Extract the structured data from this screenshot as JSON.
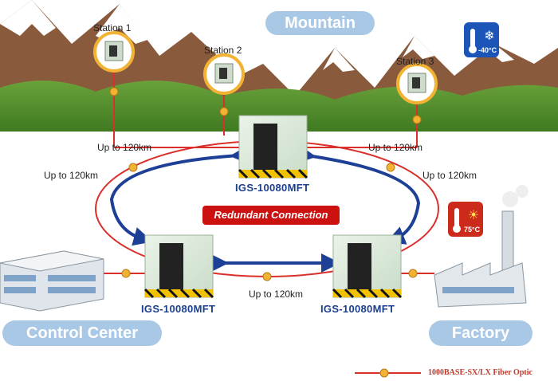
{
  "title": "Mountain",
  "stations": [
    {
      "label": "Station 1"
    },
    {
      "label": "Station 2"
    },
    {
      "label": "Station 3"
    }
  ],
  "distances": [
    "Up to 120km",
    "Up to 120km",
    "Up to 120km",
    "Up to 120km",
    "Up to 120km"
  ],
  "switches": [
    {
      "model": "IGS-10080MFT"
    },
    {
      "model": "IGS-10080MFT"
    },
    {
      "model": "IGS-10080MFT"
    }
  ],
  "redundant_label": "Redundant Connection",
  "locations": {
    "left": "Control Center",
    "right": "Factory"
  },
  "temps": {
    "cold": "-40°C",
    "hot": "75°C"
  },
  "legend": {
    "label": "1000BASE-SX/LX Fiber Optic"
  },
  "colors": {
    "fiber": "#d9302c",
    "arrow": "#1d3f96",
    "pill": "#a9c8e6",
    "badge": "#cc1111"
  }
}
